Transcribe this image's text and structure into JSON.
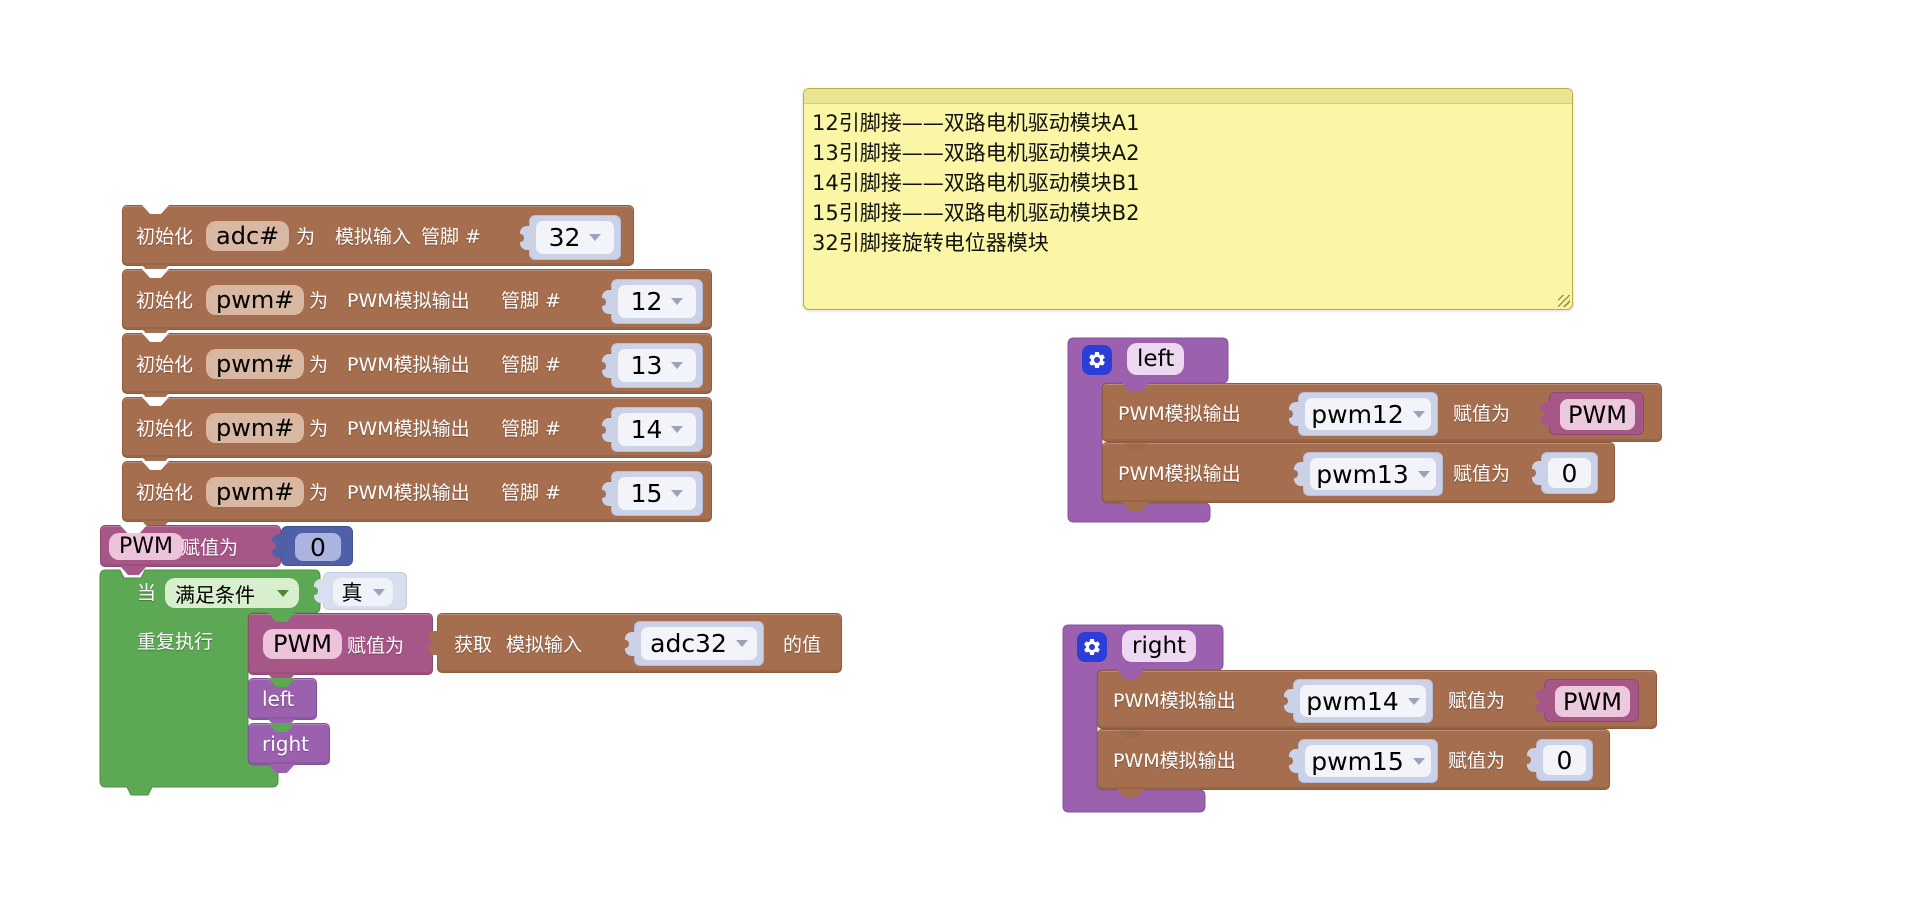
{
  "comment": {
    "lines": [
      "12引脚接——双路电机驱动模块A1",
      "13引脚接——双路电机驱动模块A2",
      "14引脚接——双路电机驱动模块B1",
      "15引脚接——双路电机驱动模块B2",
      "32引脚接旋转电位器模块"
    ]
  },
  "init_blocks": [
    {
      "init": "初始化",
      "name": "adc#",
      "as": "为",
      "mode": "模拟输入",
      "pin_label": "管脚 #",
      "pin": "32"
    },
    {
      "init": "初始化",
      "name": "pwm#",
      "as": "为",
      "mode": "PWM模拟输出",
      "pin_label": "管脚 #",
      "pin": "12"
    },
    {
      "init": "初始化",
      "name": "pwm#",
      "as": "为",
      "mode": "PWM模拟输出",
      "pin_label": "管脚 #",
      "pin": "13"
    },
    {
      "init": "初始化",
      "name": "pwm#",
      "as": "为",
      "mode": "PWM模拟输出",
      "pin_label": "管脚 #",
      "pin": "14"
    },
    {
      "init": "初始化",
      "name": "pwm#",
      "as": "为",
      "mode": "PWM模拟输出",
      "pin_label": "管脚 #",
      "pin": "15"
    }
  ],
  "assign_pwm": {
    "var": "PWM",
    "assign": "赋值为",
    "value": "0"
  },
  "loop": {
    "when": "当",
    "condition": "满足条件",
    "cond_value": "真",
    "do": "重复执行",
    "assign": {
      "var": "PWM",
      "label": "赋值为"
    },
    "getter": {
      "get": "获取",
      "mode": "模拟输入",
      "pin": "adc32",
      "suffix": "的值"
    },
    "calls": [
      "left",
      "right"
    ]
  },
  "functions": [
    {
      "name": "left",
      "rows": [
        {
          "label": "PWM模拟输出",
          "pin": "pwm12",
          "assign": "赋值为",
          "value": "PWM"
        },
        {
          "label": "PWM模拟输出",
          "pin": "pwm13",
          "assign": "赋值为",
          "value": "0"
        }
      ]
    },
    {
      "name": "right",
      "rows": [
        {
          "label": "PWM模拟输出",
          "pin": "pwm14",
          "assign": "赋值为",
          "value": "PWM"
        },
        {
          "label": "PWM模拟输出",
          "pin": "pwm15",
          "assign": "赋值为",
          "value": "0"
        }
      ]
    }
  ],
  "colors": {
    "canvas": "#ffffff",
    "block_io": "#a56e4e",
    "block_io_border": "#8f5c3f",
    "field_tan": "#d8b7a3",
    "variable": "#a65788",
    "variable_border": "#8d4a70",
    "variable_field": "#ecc3da",
    "number_blue": "#5060a8",
    "number_blue_field": "#aab4de",
    "loop_green": "#5da854",
    "loop_green_border": "#4a8f43",
    "green_field": "#d8efcd",
    "function_purple": "#9c61ae",
    "function_purple_border": "#84519b",
    "function_name_field": "#eed7f0",
    "gear_blue": "#2c3ed8",
    "shadow_block": "#cbd2e8",
    "shadow_field": "#f2f4fa",
    "comment_bg": "#faf6a5",
    "comment_border": "#b9b13c"
  }
}
